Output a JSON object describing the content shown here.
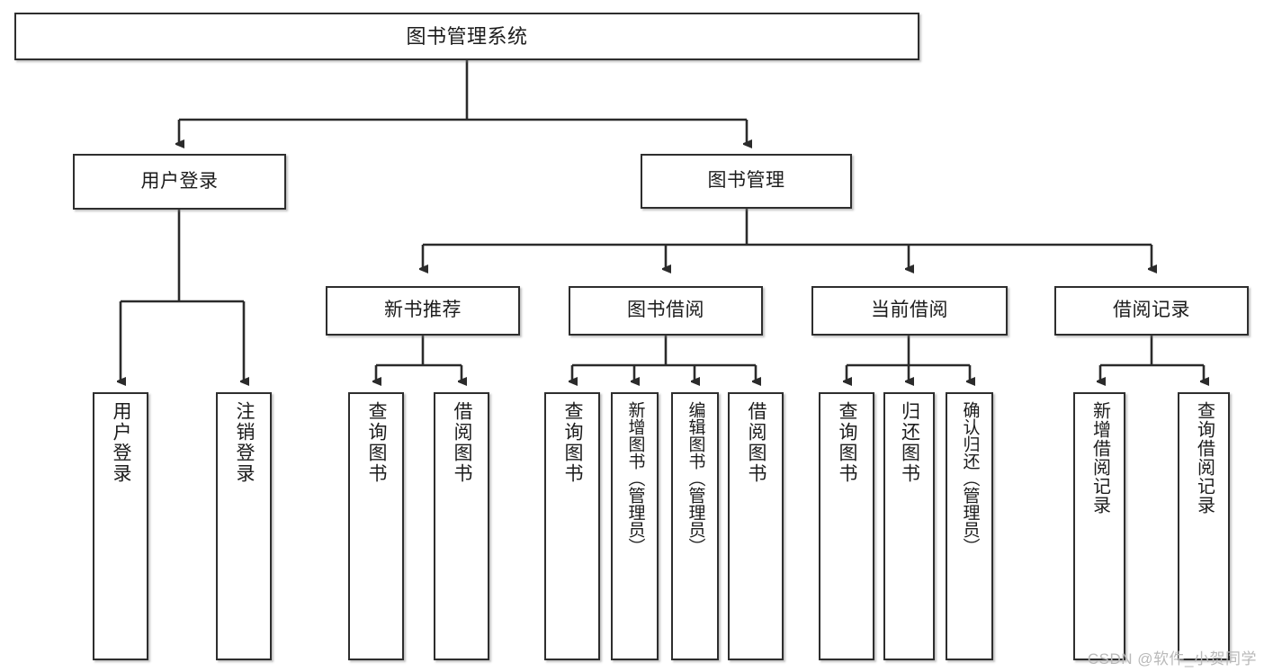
{
  "diagram": {
    "title_node": {
      "label": "图书管理系统"
    },
    "level1": [
      {
        "label": "用户登录"
      },
      {
        "label": "图书管理"
      }
    ],
    "level2": [
      {
        "label": "新书推荐"
      },
      {
        "label": "图书借阅"
      },
      {
        "label": "当前借阅"
      },
      {
        "label": "借阅记录"
      }
    ],
    "leaves": {
      "user_login": [
        {
          "label": "用户登录"
        },
        {
          "label": "注销登录"
        }
      ],
      "new_book_recommend": [
        {
          "label": "查询图书"
        },
        {
          "label": "借阅图书"
        }
      ],
      "book_borrow": [
        {
          "label": "查询图书"
        },
        {
          "label": "新增图书（管理员）"
        },
        {
          "label": "编辑图书（管理员）"
        },
        {
          "label": "借阅图书"
        }
      ],
      "current_borrow": [
        {
          "label": "查询图书"
        },
        {
          "label": "归还图书"
        },
        {
          "label": "确认归还（管理员）"
        }
      ],
      "borrow_records": [
        {
          "label": "新增借阅记录"
        },
        {
          "label": "查询借阅记录"
        }
      ]
    }
  },
  "watermark": {
    "text": "CSDN @软件_小贺同学"
  },
  "colors": {
    "border": "#2e2e2e",
    "background": "#ffffff",
    "text": "#1c1c1c",
    "connector": "#2b2b2b",
    "watermark": "#b9b9b9"
  }
}
